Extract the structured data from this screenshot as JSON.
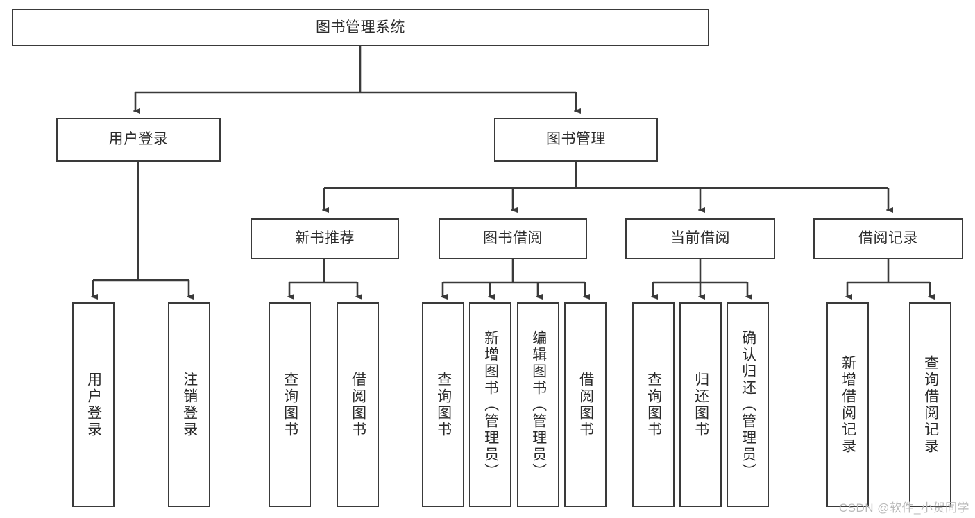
{
  "diagram": {
    "title": "图书管理系统",
    "type": "tree-hierarchy-chart",
    "watermark": "CSDN @软件_小贺同学",
    "line_color": "#3a3a3a",
    "box_fill": "#ffffff",
    "text_color": "#2b2b2b",
    "levels": [
      {
        "level": 1,
        "nodes": [
          {
            "id": "root",
            "label": "图书管理系统",
            "orientation": "horizontal"
          }
        ]
      },
      {
        "level": 2,
        "nodes": [
          {
            "id": "login",
            "label": "用户登录",
            "orientation": "horizontal",
            "parent": "root"
          },
          {
            "id": "bookmgmt",
            "label": "图书管理",
            "orientation": "horizontal",
            "parent": "root"
          }
        ]
      },
      {
        "level": 3,
        "nodes": [
          {
            "id": "newbook",
            "label": "新书推荐",
            "orientation": "horizontal",
            "parent": "bookmgmt"
          },
          {
            "id": "borrow",
            "label": "图书借阅",
            "orientation": "horizontal",
            "parent": "bookmgmt"
          },
          {
            "id": "current",
            "label": "当前借阅",
            "orientation": "horizontal",
            "parent": "bookmgmt"
          },
          {
            "id": "records",
            "label": "借阅记录",
            "orientation": "horizontal",
            "parent": "bookmgmt"
          }
        ]
      },
      {
        "level": 4,
        "nodes": [
          {
            "id": "leaf1",
            "label": "用户登录",
            "orientation": "vertical",
            "parent": "login"
          },
          {
            "id": "leaf2",
            "label": "注销登录",
            "orientation": "vertical",
            "parent": "login"
          },
          {
            "id": "leaf3",
            "label": "查询图书",
            "orientation": "vertical",
            "parent": "newbook"
          },
          {
            "id": "leaf4",
            "label": "借阅图书",
            "orientation": "vertical",
            "parent": "newbook"
          },
          {
            "id": "leaf5",
            "label": "查询图书",
            "orientation": "vertical",
            "parent": "borrow"
          },
          {
            "id": "leaf6",
            "label": "新增图书（管理员）",
            "orientation": "vertical",
            "parent": "borrow"
          },
          {
            "id": "leaf7",
            "label": "编辑图书（管理员）",
            "orientation": "vertical",
            "parent": "borrow"
          },
          {
            "id": "leaf8",
            "label": "借阅图书",
            "orientation": "vertical",
            "parent": "borrow"
          },
          {
            "id": "leaf9",
            "label": "查询图书",
            "orientation": "vertical",
            "parent": "current"
          },
          {
            "id": "leaf10",
            "label": "归还图书",
            "orientation": "vertical",
            "parent": "current"
          },
          {
            "id": "leaf11",
            "label": "确认归还（管理员）",
            "orientation": "vertical",
            "parent": "current"
          },
          {
            "id": "leaf12",
            "label": "新增借阅记录",
            "orientation": "vertical",
            "parent": "records"
          },
          {
            "id": "leaf13",
            "label": "查询借阅记录",
            "orientation": "vertical",
            "parent": "records"
          }
        ]
      }
    ]
  }
}
